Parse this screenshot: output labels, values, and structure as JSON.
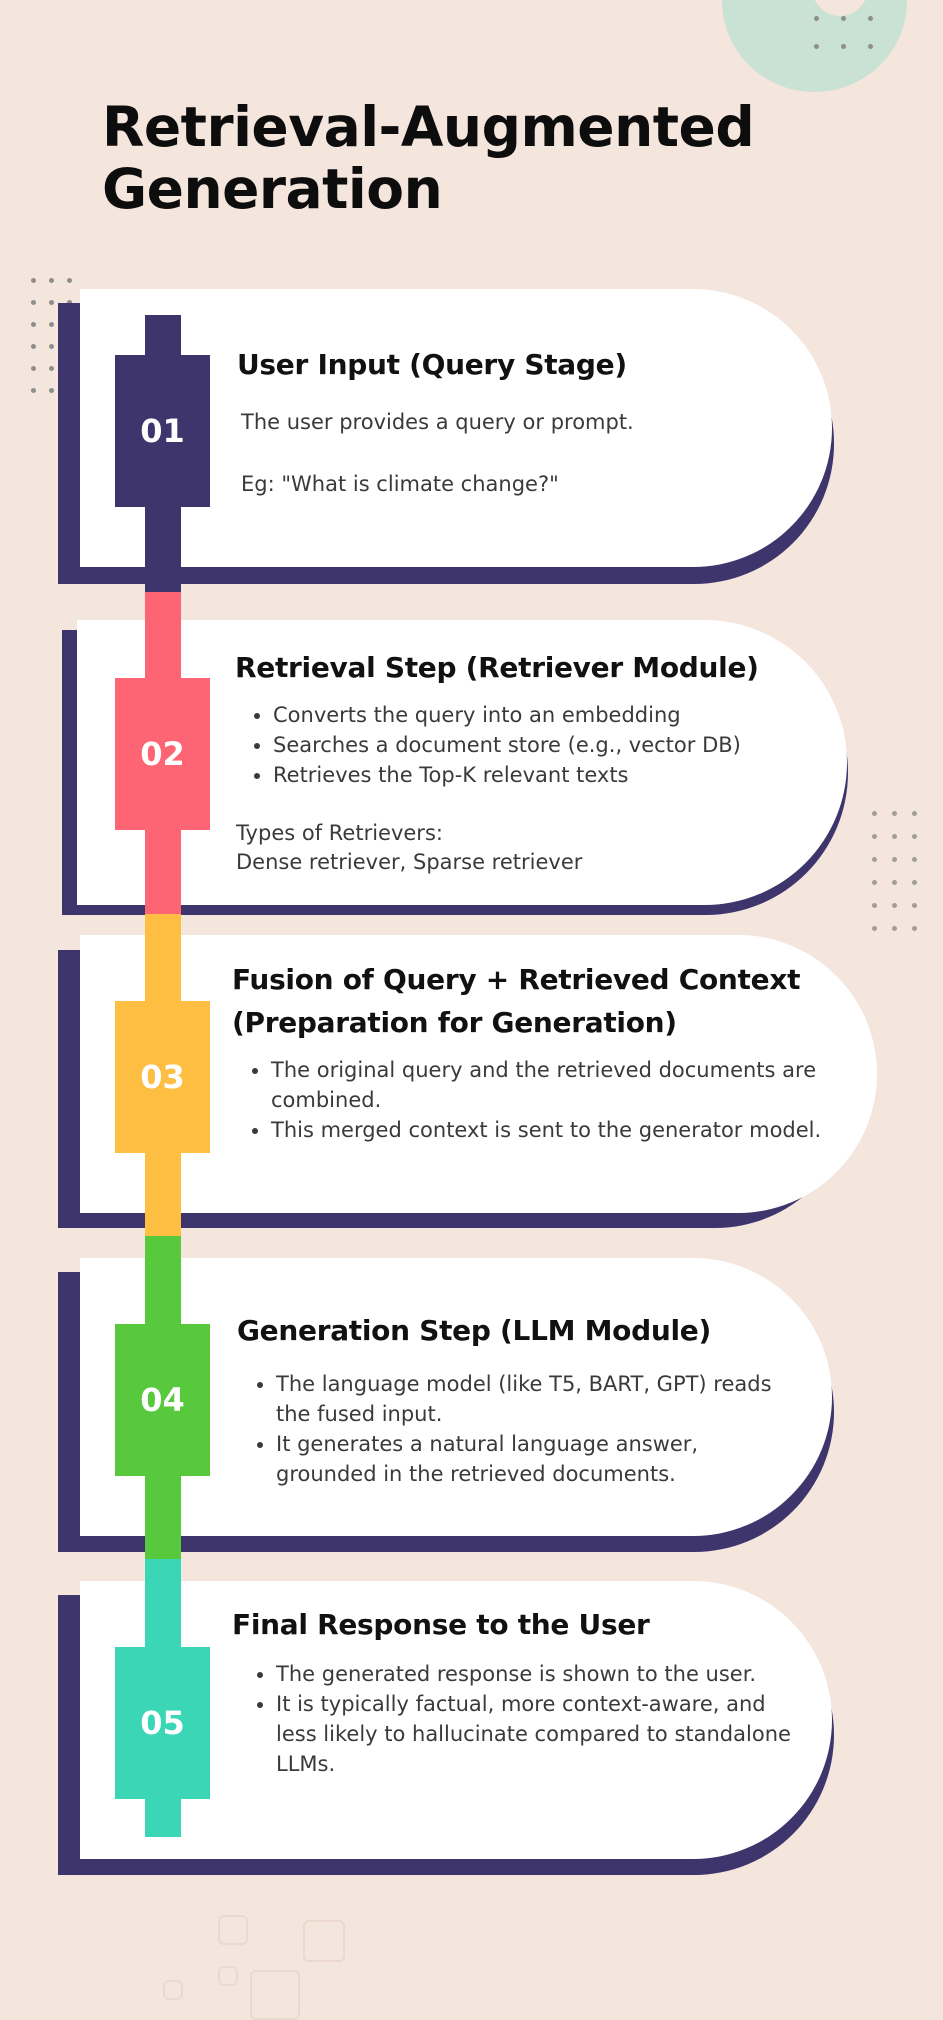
{
  "title": "Retrieval-Augmented Generation",
  "colors": {
    "background": "#f4e5dd",
    "card": "#ffffff",
    "shadow": "#3d356b",
    "step1": "#3d356b",
    "step2": "#fd6474",
    "step3": "#fdbe42",
    "step4": "#58c83c",
    "step5": "#3ad6b6"
  },
  "steps": [
    {
      "number": "01",
      "title": "User Input (Query Stage)",
      "paragraphs": [
        "The user provides a query or prompt.",
        "Eg: \"What is climate change?\""
      ]
    },
    {
      "number": "02",
      "title": "Retrieval Step (Retriever Module)",
      "bullets": [
        "Converts the query into an embedding",
        "Searches a document store (e.g., vector DB)",
        "Retrieves the Top-K relevant texts"
      ],
      "paragraphs": [
        "Types of Retrievers:",
        "Dense retriever, Sparse retriever"
      ]
    },
    {
      "number": "03",
      "title": "Fusion of Query + Retrieved Context (Preparation for Generation)",
      "bullets": [
        "The original query and the retrieved documents are combined.",
        "This merged context is sent to the generator model."
      ]
    },
    {
      "number": "04",
      "title": "Generation Step (LLM Module)",
      "bullets": [
        "The language model (like T5, BART, GPT) reads the fused input.",
        "It generates a natural language answer, grounded in the retrieved documents."
      ]
    },
    {
      "number": "05",
      "title": "Final Response to the User",
      "bullets": [
        "The generated response is shown to the user.",
        "It is typically factual, more context-aware, and less likely to hallucinate compared to standalone LLMs."
      ]
    }
  ]
}
